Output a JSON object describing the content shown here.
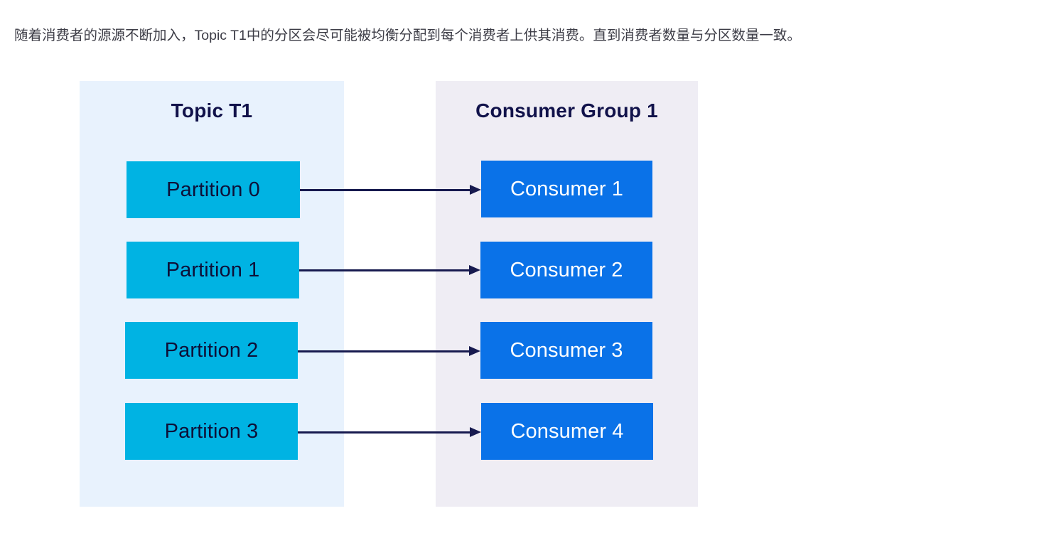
{
  "caption": {
    "text": "随着消费者的源源不断加入，Topic T1中的分区会尽可能被均衡分配到每个消费者上供其消费。直到消费者数量与分区数量一致。"
  },
  "diagram": {
    "type": "flow",
    "colors": {
      "partition_fill": "#00b3e3",
      "partition_text": "#0d1038",
      "consumer_fill": "#0a72e8",
      "consumer_text": "#ffffff",
      "left_panel_bg": "#e8f2fd",
      "right_panel_bg": "#efedf4",
      "title_text": "#11124a",
      "arrow": "#171a4f",
      "caption_text": "#3c3c46"
    },
    "left_panel": {
      "title": "Topic T1",
      "nodes": [
        {
          "label": "Partition 0"
        },
        {
          "label": "Partition 1"
        },
        {
          "label": "Partition 2"
        },
        {
          "label": "Partition 3"
        }
      ]
    },
    "right_panel": {
      "title": "Consumer Group 1",
      "nodes": [
        {
          "label": "Consumer 1"
        },
        {
          "label": "Consumer 2"
        },
        {
          "label": "Consumer 3"
        },
        {
          "label": "Consumer 4"
        }
      ]
    },
    "edges": [
      {
        "from": "Partition 0",
        "to": "Consumer 1"
      },
      {
        "from": "Partition 1",
        "to": "Consumer 2"
      },
      {
        "from": "Partition 2",
        "to": "Consumer 3"
      },
      {
        "from": "Partition 3",
        "to": "Consumer 4"
      }
    ]
  }
}
